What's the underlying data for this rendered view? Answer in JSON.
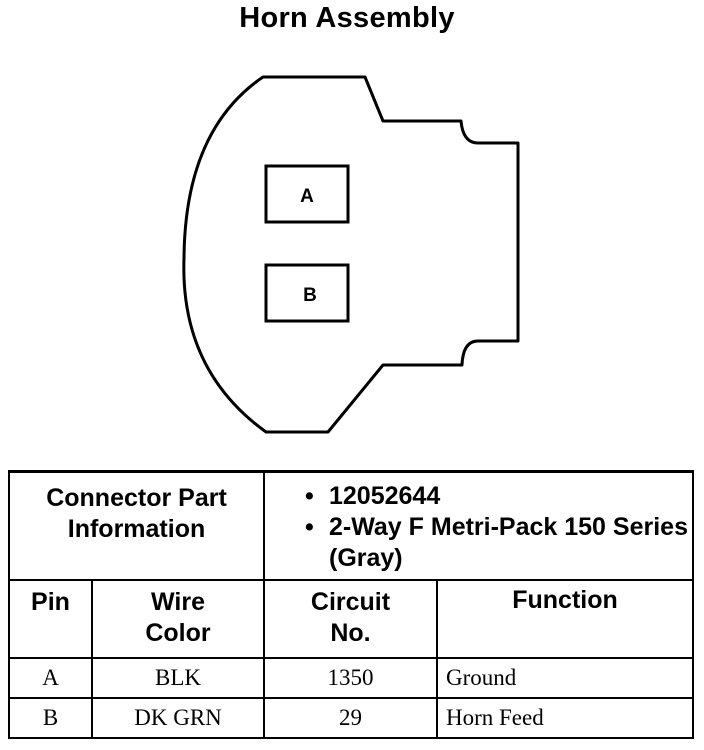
{
  "title": "Horn Assembly",
  "connector": {
    "pins": [
      {
        "id": "A"
      },
      {
        "id": "B"
      }
    ]
  },
  "table": {
    "part_info_label_line1": "Connector Part",
    "part_info_label_line2": "Information",
    "part_info_items": [
      "12052644",
      "2-Way F Metri-Pack 150 Series (Gray)"
    ],
    "columns": {
      "pin": "Pin",
      "wire_color_line1": "Wire",
      "wire_color_line2": "Color",
      "circuit_line1": "Circuit",
      "circuit_line2": "No.",
      "function": "Function"
    },
    "rows": [
      {
        "pin": "A",
        "wire_color": "BLK",
        "circuit": "1350",
        "function": "Ground"
      },
      {
        "pin": "B",
        "wire_color": "DK GRN",
        "circuit": "29",
        "function": "Horn Feed"
      }
    ]
  }
}
